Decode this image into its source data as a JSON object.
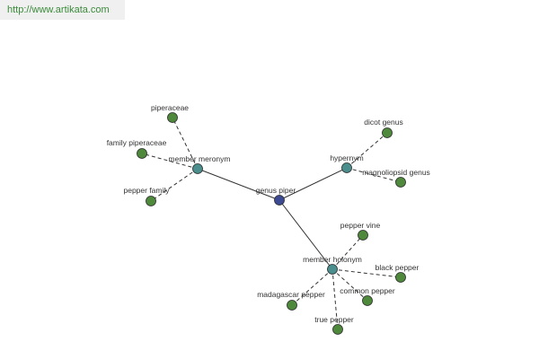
{
  "url": "http://www.artikata.com",
  "colors": {
    "center_node": "#3c4a93",
    "relation_node": "#4a8e8e",
    "leaf_node": "#4f8a3c"
  },
  "graph": {
    "center": "genus piper",
    "relations": [
      {
        "label": "member meronym",
        "leaves": [
          "piperaceae",
          "family piperaceae",
          "pepper family"
        ]
      },
      {
        "label": "hypernym",
        "leaves": [
          "dicot genus",
          "magnoliopsid genus"
        ]
      },
      {
        "label": "member holonym",
        "leaves": [
          "pepper vine",
          "black pepper",
          "common pepper",
          "true pepper",
          "madagascar pepper"
        ]
      }
    ]
  }
}
